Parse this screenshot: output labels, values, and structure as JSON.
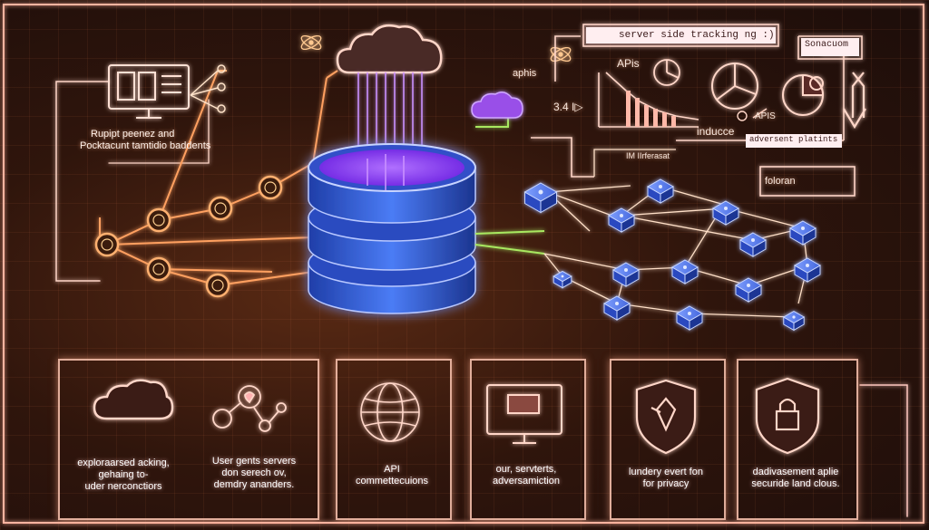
{
  "top": {
    "server_label": "server side tracking ng :)",
    "brand_label": "Sonacuom",
    "aphis": "aphis",
    "apis_top": "APis",
    "apis_mid": "APIS",
    "version": "3.4 I▷",
    "induce": "inducce",
    "adversent": "adversent platints",
    "im_label": "IM IIrferasat",
    "folo_label": "foloran"
  },
  "left_text": {
    "line1": "Rupipt peenez and",
    "line2": "Pocktacunt tamtidio baddents"
  },
  "panels": [
    {
      "line1": "exploraarsed acking,",
      "line2": "gehaing to-",
      "line3": "uder nerconctiors"
    },
    {
      "line1": "User gents servers",
      "line2": "don serech ov,",
      "line3": "demdry ananders."
    },
    {
      "line1": "API",
      "line2": "commettecuions",
      "line3": ""
    },
    {
      "line1": "our, servterts,",
      "line2": "adversamiction",
      "line3": ""
    },
    {
      "line1": "lundery evert fon",
      "line2": "for privacy",
      "line3": ""
    },
    {
      "line1": "dadivasement aplie",
      "line2": "securide land clous.",
      "line3": ""
    }
  ],
  "colors": {
    "orange_glow": "#ff8a3c",
    "purple_db": "#8c3cff",
    "blue_db": "#3d6ef0",
    "green_glow": "#9be05a",
    "pink_line": "#ffc8c0"
  }
}
